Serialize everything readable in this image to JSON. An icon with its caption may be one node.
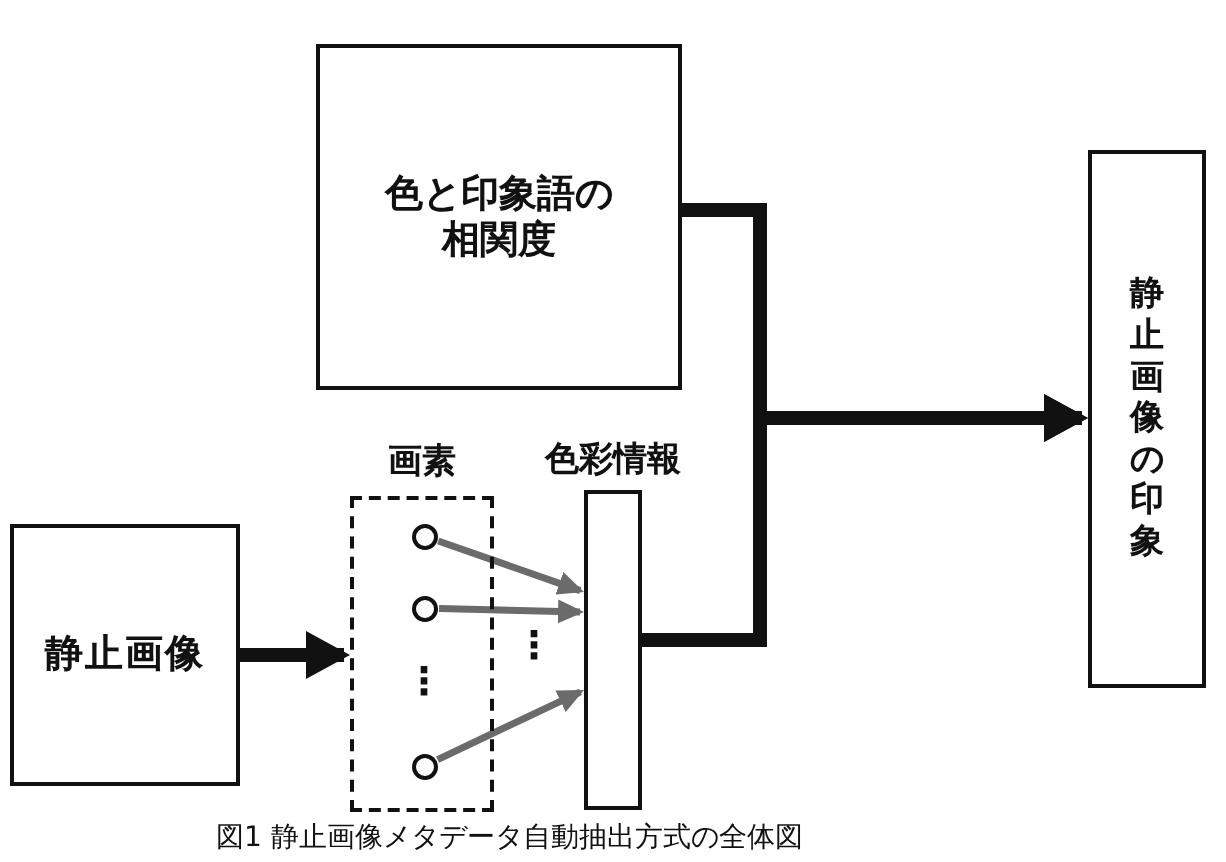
{
  "diagram": {
    "caption": "図1 静止画像メタデータ自動抽出方式の全体図",
    "nodes": [
      {
        "text": [
          "色と印象語の相関度"
        ]
      },
      {
        "text": [
          "静止画像"
        ]
      },
      {
        "text": [
          "画素"
        ]
      },
      {
        "text": [],
        "shape": "circle",
        "in": 2
      },
      {
        "text": [],
        "shape": "circle",
        "in": 2
      },
      {
        "text": [],
        "shape": "circle",
        "in": 2
      },
      {
        "text": [
          "色彩情報"
        ]
      },
      {
        "text": [
          "静止画像の印象"
        ]
      }
    ],
    "edges": [
      {
        "from": 1,
        "to": 2,
        "arrow": "to",
        "style": "thick"
      },
      {
        "from": 3,
        "to": 6,
        "arrow": "to",
        "color": "#6b6b6b"
      },
      {
        "from": 4,
        "to": 6,
        "arrow": "to",
        "color": "#6b6b6b"
      },
      {
        "from": 5,
        "to": 6,
        "arrow": "to",
        "color": "#6b6b6b"
      },
      {
        "from": 0,
        "to": 7,
        "arrow": "to",
        "style": "thick"
      },
      {
        "from": 6,
        "to": 7,
        "arrow": "to",
        "style": "thick"
      }
    ],
    "labels": [
      "⋮",
      "⋮"
    ]
  }
}
